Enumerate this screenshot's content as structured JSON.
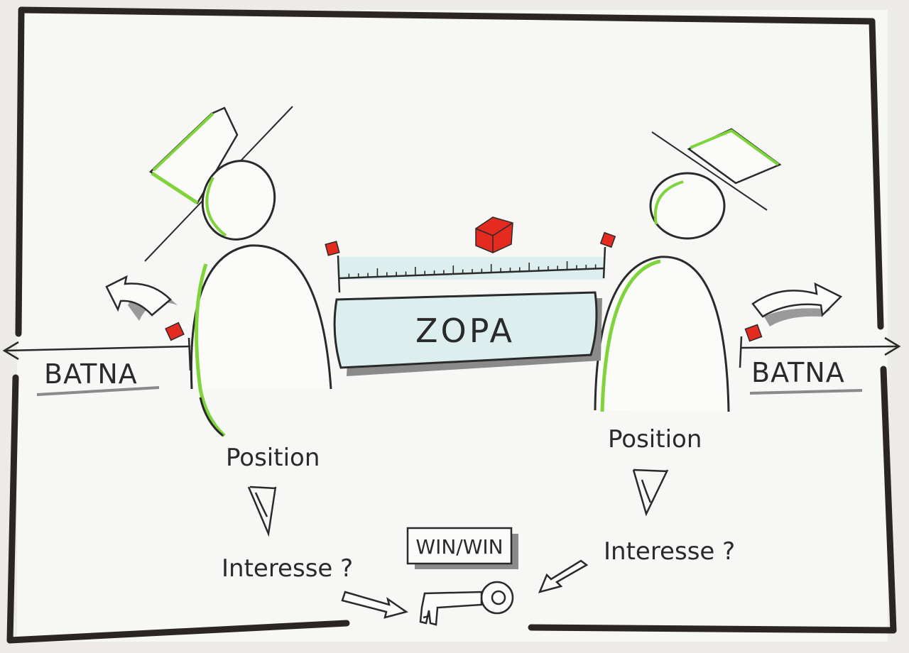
{
  "labels": {
    "zopa": "ZOPA",
    "batna_left": "BATNA",
    "batna_right": "BATNA",
    "position_left": "Position",
    "position_right": "Position",
    "interesse_left": "Interesse ?",
    "interesse_right": "Interesse ?",
    "winwin": "WIN/WIN"
  },
  "colors": {
    "paper": "#f7f7f5",
    "ink": "#2a2a2a",
    "accent_green": "#7fd43b",
    "accent_red": "#e52b1f",
    "zopa_fill": "#dcefee",
    "shadow": "#9a9a9a"
  },
  "icons": {
    "left_figure": "person-with-top-hat",
    "right_figure": "person-with-top-hat",
    "key": "key-icon",
    "flag": "red-cube-marker"
  }
}
